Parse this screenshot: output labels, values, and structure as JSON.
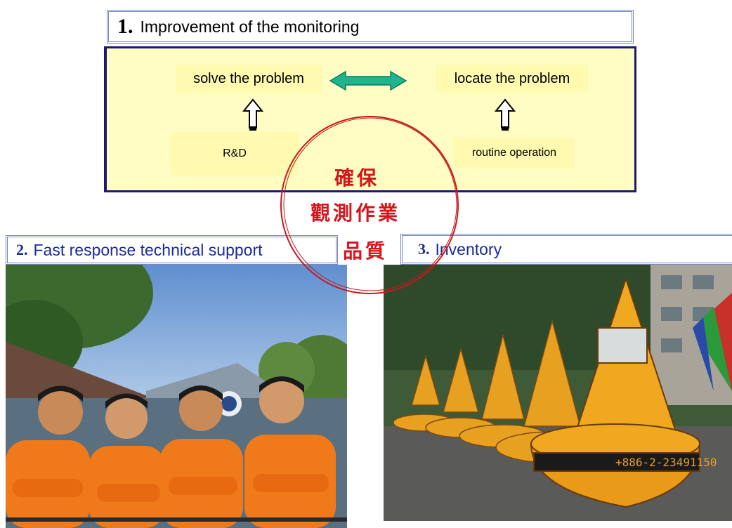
{
  "section1": {
    "number": "1.",
    "title": "Improvement of the monitoring",
    "left_label": "solve the problem",
    "right_label": "locate the problem",
    "left_sub": "R&D",
    "right_sub": "routine operation"
  },
  "stamp": {
    "line1": "確保",
    "line2": "觀測作業",
    "line3": "品質",
    "color": "#d4151c"
  },
  "section2": {
    "number": "2.",
    "title": "Fast response technical support"
  },
  "section3": {
    "number": "3.",
    "title": "Inventory"
  },
  "photo3": {
    "buoy_text": "+886-2-23491150"
  },
  "colors": {
    "panel": "#fffdc4",
    "panel_border": "#1a1a6e",
    "arrow": "#20b48c",
    "title_blue": "#1a2a9a",
    "uniform": "#f07a1a"
  }
}
